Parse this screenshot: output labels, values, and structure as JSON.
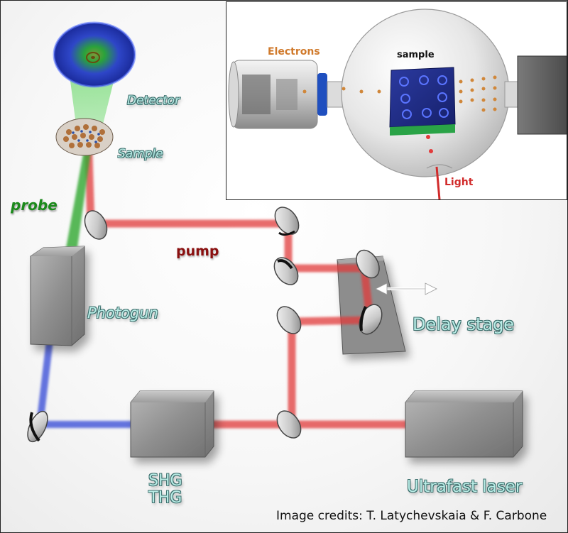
{
  "labels": {
    "detector": "Detector",
    "sample": "Sample",
    "probe": "probe",
    "pump": "pump",
    "photogun": "Photogun",
    "delay_stage": "Delay stage",
    "shg": "SHG",
    "thg": "THG",
    "ultrafast_laser": "Ultrafast laser"
  },
  "inset": {
    "electrons": "Electrons",
    "sample": "sample",
    "light": "Light"
  },
  "credits": "Image credits: T. Latychevskaia & F. Carbone",
  "colors": {
    "pump_beam": "#e0393a",
    "probe_beam": "#2ea82e",
    "uv_beam": "#3346d6",
    "label_fill": "#b9ece6",
    "label_outline": "#3c6e6c",
    "probe_text": "#1b8a1b",
    "pump_text": "#8a1010",
    "electrons_text": "#d07a2c"
  }
}
